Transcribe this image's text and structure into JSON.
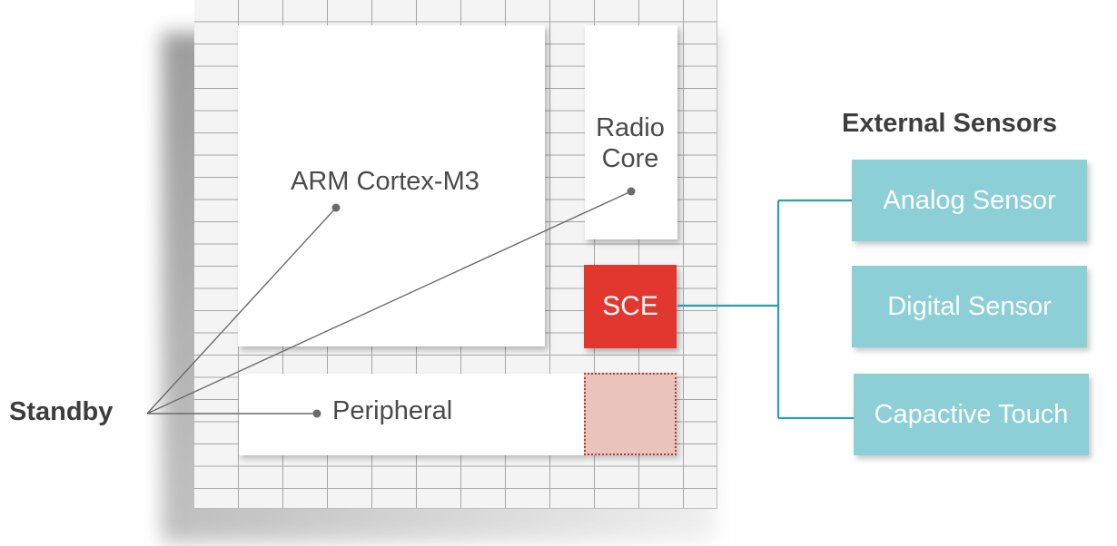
{
  "chip": {
    "arm_label": "ARM Cortex-M3",
    "radio_label_line1": "Radio",
    "radio_label_line2": "Core",
    "sce_label": "SCE",
    "peripheral_label": "Peripheral"
  },
  "standby_label": "Standby",
  "external": {
    "title": "External Sensors",
    "sensors": [
      {
        "label": "Analog Sensor"
      },
      {
        "label": "Digital Sensor"
      },
      {
        "label": "Capactive Touch"
      }
    ]
  },
  "colors": {
    "sce_red": "#e2372f",
    "sce_ghost": "#ebc3bd",
    "sensor_teal": "#8dcfd7",
    "connector_teal": "#2a9eaa",
    "pointer_gray": "#6b6b6b"
  }
}
